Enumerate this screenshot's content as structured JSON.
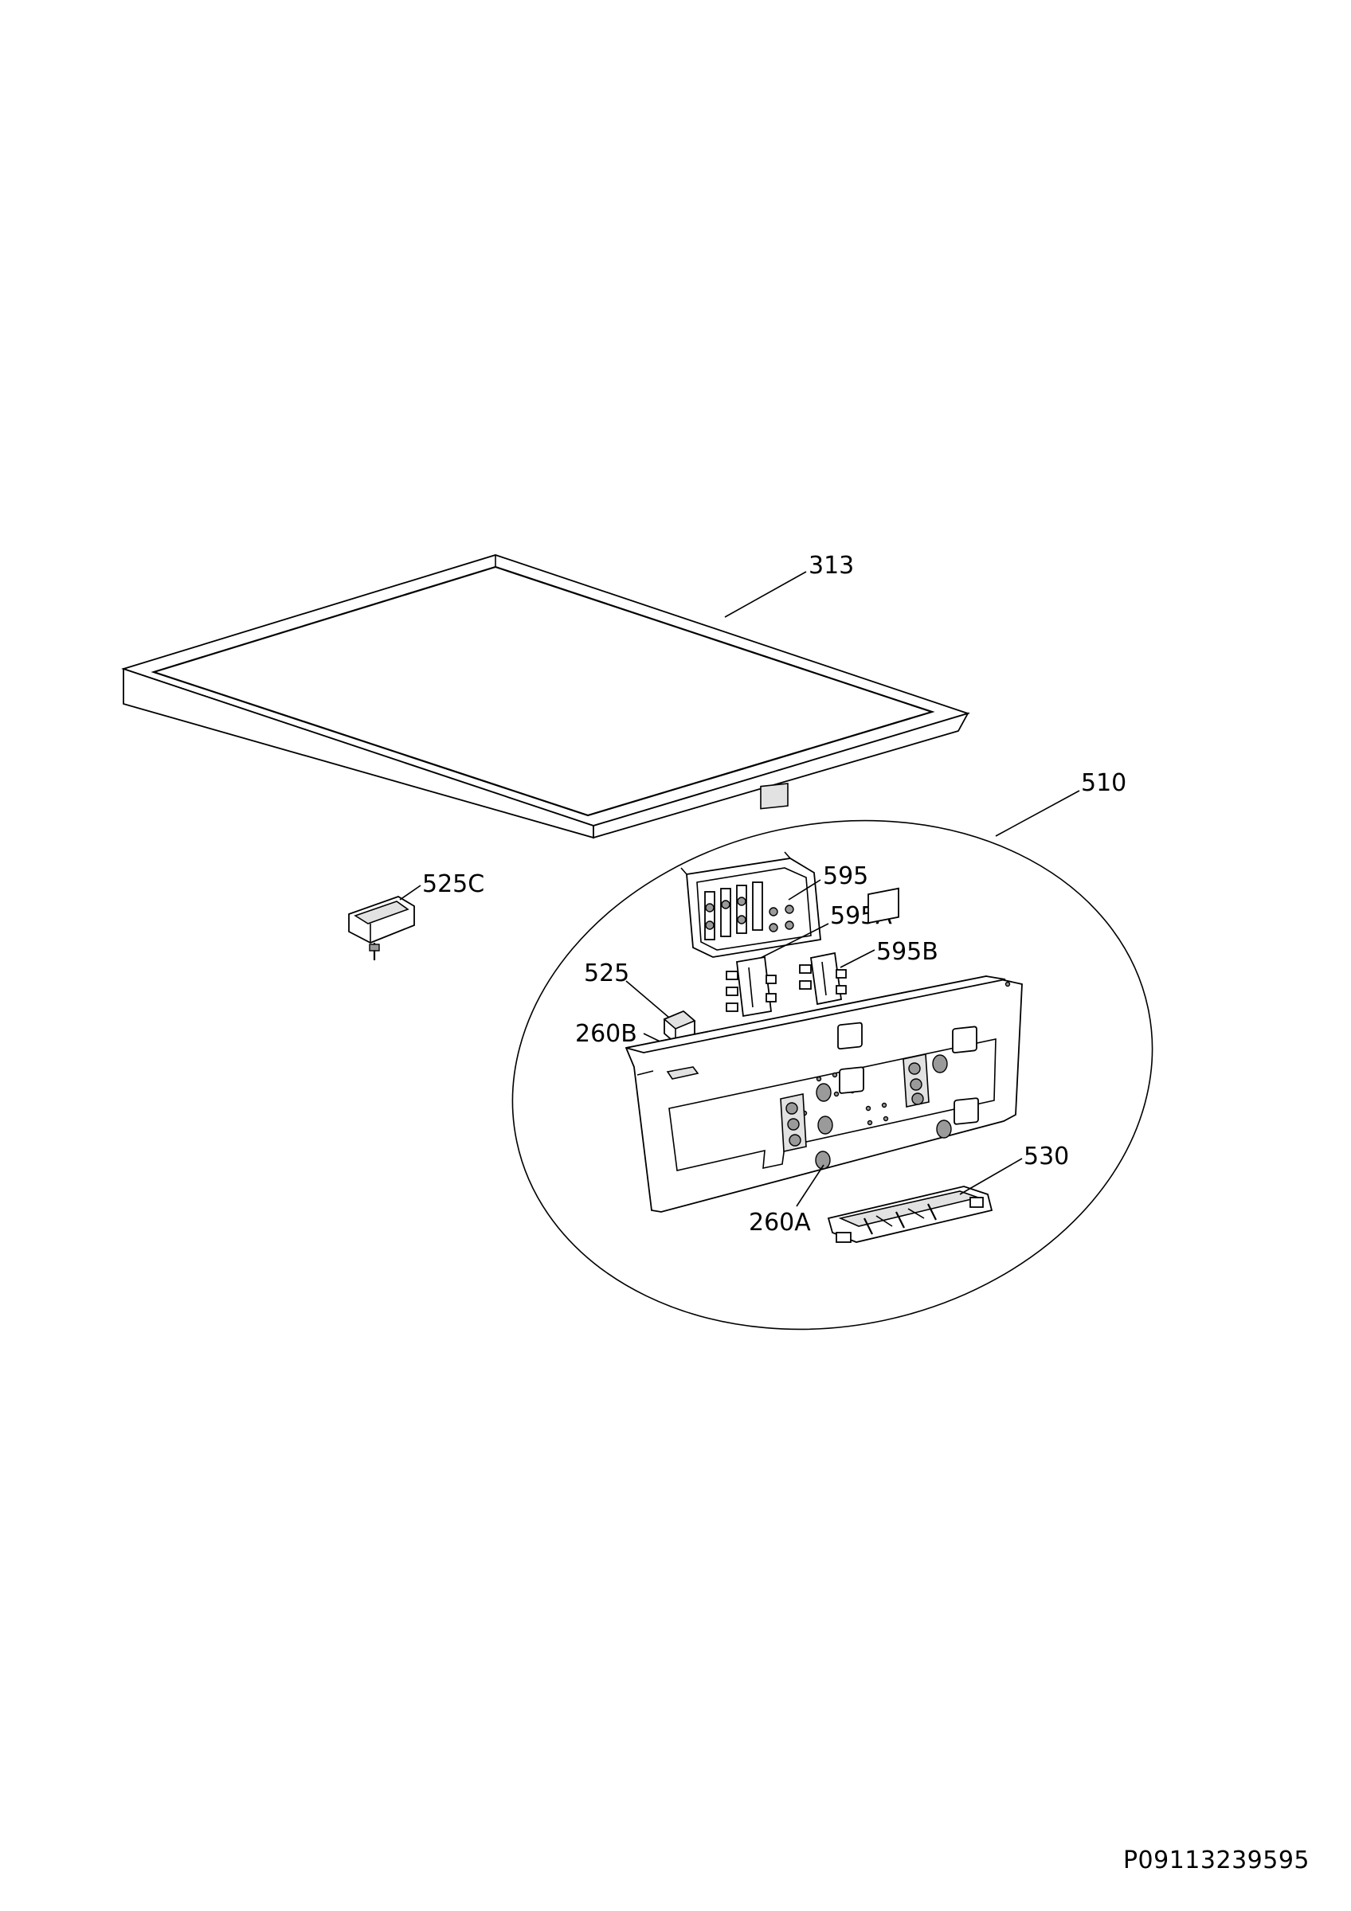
{
  "drawing_code": "P09113239595",
  "callouts": {
    "c313": "313",
    "c510": "510",
    "c525C": "525C",
    "c595": "595",
    "c595A": "595A",
    "c595B": "595B",
    "c525": "525",
    "c260B": "260B",
    "c530": "530",
    "c260A": "260A"
  }
}
